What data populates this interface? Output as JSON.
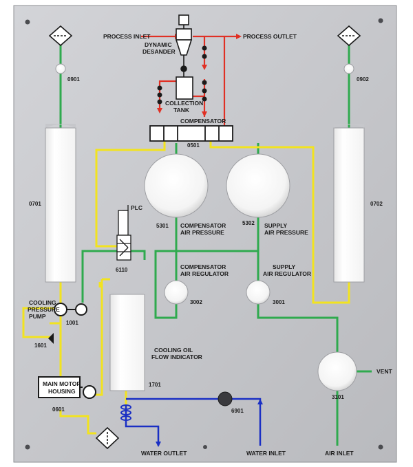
{
  "colors": {
    "panel": "#c6c7cb",
    "air_line": "#2faa4e",
    "oil_line": "#f2e31f",
    "process_line": "#e03024",
    "water_line": "#1a2fc4",
    "outline": "#1a1a1a"
  },
  "labels": {
    "process_inlet": "PROCESS INLET",
    "process_outlet": "PROCESS OUTLET",
    "dynamic_desander_1": "DYNAMIC",
    "dynamic_desander_2": "DESANDER",
    "collection_tank_1": "COLLECTION",
    "collection_tank_2": "TANK",
    "compensator": "COMPENSATOR",
    "tag_0501": "0501",
    "tag_0901": "0901",
    "tag_0902": "0902",
    "tag_0701": "0701",
    "tag_0702": "0702",
    "tag_5301": "5301",
    "tag_5302": "5302",
    "comp_air_pressure_1": "COMPENSATOR",
    "comp_air_pressure_2": "AIR PRESSURE",
    "supply_air_pressure_1": "SUPPLY",
    "supply_air_pressure_2": "AIR PRESSURE",
    "plc": "PLC",
    "tag_6110": "6110",
    "comp_air_regulator_1": "COMPENSATOR",
    "comp_air_regulator_2": "AIR REGULATOR",
    "supply_air_regulator_1": "SUPPLY",
    "supply_air_regulator_2": "AIR REGULATOR",
    "tag_3002": "3002",
    "tag_3001": "3001",
    "cooling_pump_1": "COOLING",
    "cooling_pump_2": "PRESSURE",
    "cooling_pump_3": "PUMP",
    "tag_1001": "1001",
    "tag_1601": "1601",
    "cooling_oil_1": "COOLING OIL",
    "cooling_oil_2": "FLOW INDICATOR",
    "tag_1701": "1701",
    "main_motor_1": "MAIN MOTOR",
    "main_motor_2": "HOUSING",
    "tag_0601": "0601",
    "tag_6901": "6901",
    "vent": "VENT",
    "tag_3101": "3101",
    "water_outlet": "WATER OUTLET",
    "water_inlet": "WATER INLET",
    "air_inlet": "AIR INLET"
  },
  "icons": {
    "filter_left": "filter-diamond-icon",
    "filter_right": "filter-diamond-icon",
    "filter_bottom": "filter-diamond-icon",
    "pump": "pump-icon",
    "motor": "motor-icon",
    "solenoid": "solenoid-valve-icon",
    "coil": "heat-exchanger-coil-icon"
  }
}
